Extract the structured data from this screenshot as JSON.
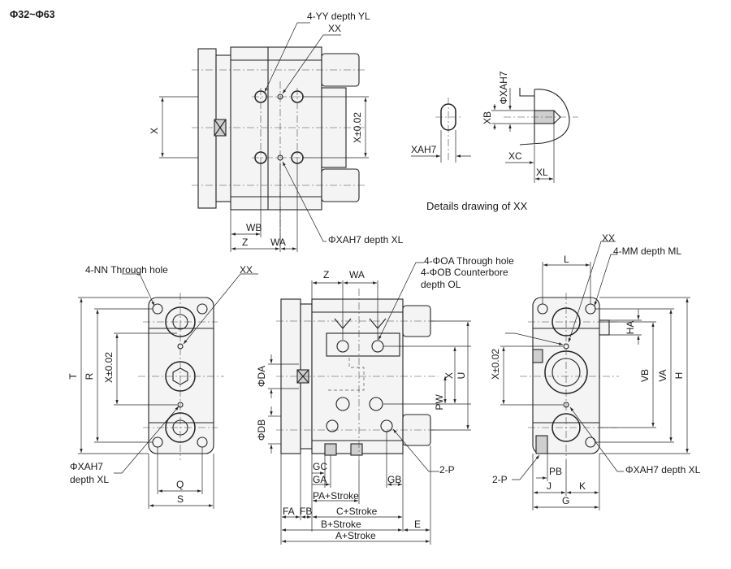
{
  "title": "Φ32~Φ63",
  "details_caption": "Details drawing of XX",
  "labels": {
    "yy_depth_yl": "4-YY depth YL",
    "xx": "XX",
    "x": "X",
    "x_tol": "X±0.02",
    "xah7_depth_xl": "ΦXAH7 depth XL",
    "wb": "WB",
    "z": "Z",
    "wa": "WA",
    "xah7": "XAH7",
    "phi_xah7": "ΦXAH7",
    "xb": "XB",
    "xc": "XC",
    "xl": "XL",
    "nn_through": "4-NN Through hole",
    "t": "T",
    "r": "R",
    "q": "Q",
    "s": "S",
    "xah7_depth_line1": "ΦXAH7",
    "depth_xl": "depth XL",
    "oa_through": "4-ΦOA Through hole",
    "ob_counterbore": "4-ΦOB Counterbore",
    "depth_ol": "depth OL",
    "phi_da": "ΦDA",
    "phi_db": "ΦDB",
    "u": "U",
    "pw": "PW",
    "gc": "GC",
    "ga": "GA",
    "gb": "GB",
    "two_p": "2-P",
    "pa_stroke": "PA+Stroke",
    "fa": "FA",
    "fb": "FB",
    "c_stroke": "C+Stroke",
    "b_stroke": "B+Stroke",
    "e": "E",
    "a_stroke": "A+Stroke",
    "l": "L",
    "mm_depth_ml": "4-MM depth ML",
    "ha": "HA",
    "vb": "VB",
    "va": "VA",
    "h": "H",
    "pb": "PB",
    "j": "J",
    "k": "K",
    "g": "G"
  }
}
